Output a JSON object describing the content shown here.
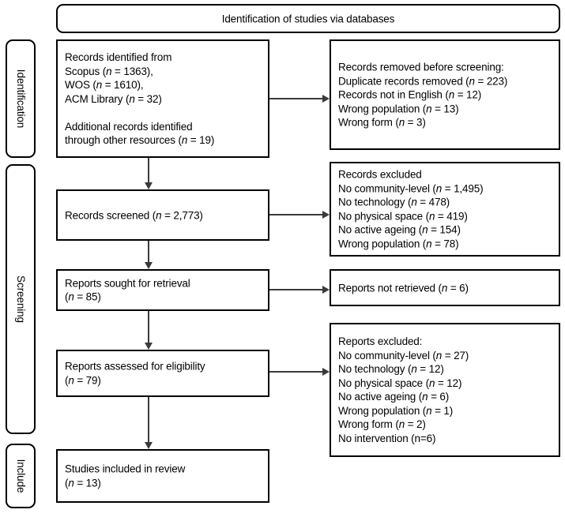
{
  "diagram": {
    "type": "PRISMA flow diagram",
    "header": {
      "label": "Identification of studies via databases"
    },
    "stages": [
      {
        "id": "identification",
        "label": "Identification"
      },
      {
        "id": "screening",
        "label": "Screening"
      },
      {
        "id": "include",
        "label": "Include"
      }
    ],
    "left_column": [
      {
        "id": "records-identified",
        "lines": [
          {
            "text": "Records identified from"
          },
          {
            "text": "Scopus (",
            "n": "n",
            "value": " = 1363),"
          },
          {
            "text": "WOS (",
            "n": "n",
            "value": " = 1610),"
          },
          {
            "text": "ACM Library (",
            "n": "n",
            "value": " = 32)"
          },
          {
            "blank": true
          },
          {
            "text": "Additional records identified"
          },
          {
            "text": "through other resources (",
            "n": "n",
            "value": " = 19)"
          }
        ]
      },
      {
        "id": "records-screened",
        "lines": [
          {
            "text": "Records screened (",
            "n": "n",
            "value": " = 2,773)"
          }
        ]
      },
      {
        "id": "reports-sought",
        "lines": [
          {
            "text": "Reports sought for retrieval"
          },
          {
            "text": "(",
            "n": "n",
            "value": " = 85)"
          }
        ]
      },
      {
        "id": "reports-assessed",
        "lines": [
          {
            "text": "Reports assessed for eligibility"
          },
          {
            "text": "(",
            "n": "n",
            "value": " = 79)"
          }
        ]
      },
      {
        "id": "studies-included",
        "lines": [
          {
            "text": "Studies included in review"
          },
          {
            "text": "(",
            "n": "n",
            "value": " = 13)"
          }
        ]
      }
    ],
    "right_column": [
      {
        "id": "records-removed",
        "lines": [
          {
            "text": "Records removed before screening:"
          },
          {
            "text": "Duplicate records removed (",
            "n": "n",
            "value": " = 223)"
          },
          {
            "text": "Records not in English (",
            "n": "n",
            "value": " = 12)"
          },
          {
            "text": "Wrong population (",
            "n": "n",
            "value": " = 13)"
          },
          {
            "text": "Wrong form (",
            "n": "n",
            "value": " = 3)"
          }
        ]
      },
      {
        "id": "records-excluded",
        "lines": [
          {
            "text": "Records excluded"
          },
          {
            "text": "No community-level (",
            "n": "n",
            "value": " = 1,495)"
          },
          {
            "text": "No technology (",
            "n": "n",
            "value": " = 478)"
          },
          {
            "text": "No physical space (",
            "n": "n",
            "value": " = 419)"
          },
          {
            "text": "No active ageing (",
            "n": "n",
            "value": " = 154)"
          },
          {
            "text": "Wrong population (",
            "n": "n",
            "value": " = 78)"
          }
        ]
      },
      {
        "id": "reports-not-retrieved",
        "lines": [
          {
            "text": "Reports not retrieved (",
            "n": "n",
            "value": " = 6)"
          }
        ]
      },
      {
        "id": "reports-excluded",
        "lines": [
          {
            "text": "Reports excluded:"
          },
          {
            "text": "No community-level (",
            "n": "n",
            "value": " = 27)"
          },
          {
            "text": "No technology (",
            "n": "n",
            "value": " = 12)"
          },
          {
            "text": "No physical space (",
            "n": "n",
            "value": " = 12)"
          },
          {
            "text": "No active ageing (",
            "n": "n",
            "value": " = 6)"
          },
          {
            "text": "Wrong population (",
            "n": "n",
            "value": " = 1)"
          },
          {
            "text": "Wrong form (",
            "n": "n",
            "value": " = 2)"
          },
          {
            "text": "No intervention (n=6)"
          }
        ]
      }
    ],
    "colors": {
      "border": "#000000",
      "connector": "#3a3a3a",
      "background": "#ffffff",
      "text": "#000000"
    }
  }
}
